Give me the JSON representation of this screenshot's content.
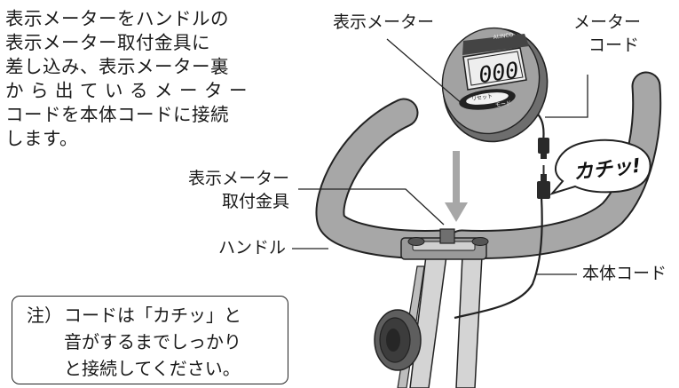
{
  "instruction": [
    "表示メーターをハンドルの",
    "表示メーター取付金具に",
    "差し込み、表示メーター裏",
    "から出ているメーター",
    "コードを本体コードに接続",
    "します。"
  ],
  "labels": {
    "meter": "表示メーター",
    "meter_cord": [
      "メーター",
      "コード"
    ],
    "bracket": [
      "表示メーター",
      "取付金具"
    ],
    "handle": "ハンドル",
    "body_cord": "本体コード"
  },
  "sound_bubble": "カチッ!",
  "meter_display": {
    "digits": "000",
    "brand": "ALINCO",
    "button_labels": [
      "リセット",
      "モード"
    ]
  },
  "note": {
    "prefix": "注）",
    "lines": [
      "コードは「カチッ」と",
      "音がするまでしっかり",
      "と接続してください。"
    ]
  }
}
